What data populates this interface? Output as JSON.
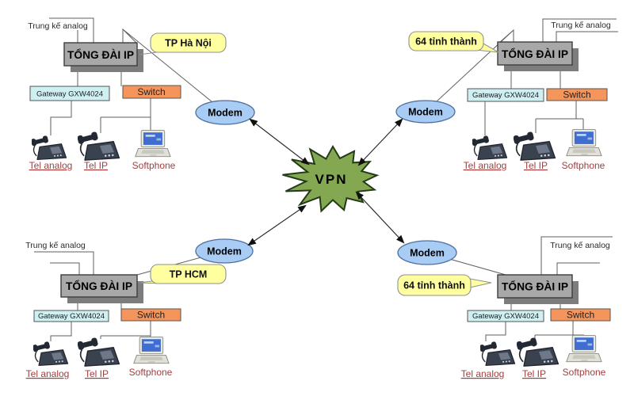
{
  "center": {
    "label": "VPN"
  },
  "sites": [
    {
      "region": "top-left",
      "callout": "TP Hà Nội",
      "trunk_label": "Trung kế analog",
      "pbx_label": "TỔNG ĐÀI IP",
      "gateway_label": "Gateway GXW4024",
      "switch_label": "Switch",
      "modem_label": "Modem",
      "devices": [
        "Tel analog",
        "Tel IP",
        "Softphone"
      ]
    },
    {
      "region": "top-right",
      "callout": "64 tỉnh thành",
      "trunk_label": "Trung kế analog",
      "pbx_label": "TỔNG ĐÀI IP",
      "gateway_label": "Gateway GXW4024",
      "switch_label": "Switch",
      "modem_label": "Modem",
      "devices": [
        "Tel analog",
        "Tel IP",
        "Softphone"
      ]
    },
    {
      "region": "bottom-left",
      "callout": "TP HCM",
      "trunk_label": "Trung kế analog",
      "pbx_label": "TỔNG ĐÀI IP",
      "gateway_label": "Gateway GXW4024",
      "switch_label": "Switch",
      "modem_label": "Modem",
      "devices": [
        "Tel analog",
        "Tel IP",
        "Softphone"
      ]
    },
    {
      "region": "bottom-right",
      "callout": "64 tỉnh thành",
      "trunk_label": "Trung kế analog",
      "pbx_label": "TỔNG ĐÀI IP",
      "gateway_label": "Gateway GXW4024",
      "switch_label": "Switch",
      "modem_label": "Modem",
      "devices": [
        "Tel analog",
        "Tel IP",
        "Softphone"
      ]
    }
  ],
  "colors": {
    "background": "#ffffff",
    "pbx_fill": "#a8a8a8",
    "pbx_shadow": "#7d7d7d",
    "gateway_fill": "#cff0f2",
    "switch_fill": "#f5955c",
    "modem_fill": "#a8ccf4",
    "callout_fill": "#ffffa0",
    "vpn_star_fill": "#84a851",
    "device_label_color": "#a13f3f",
    "line_color": "#5f5f5f"
  }
}
